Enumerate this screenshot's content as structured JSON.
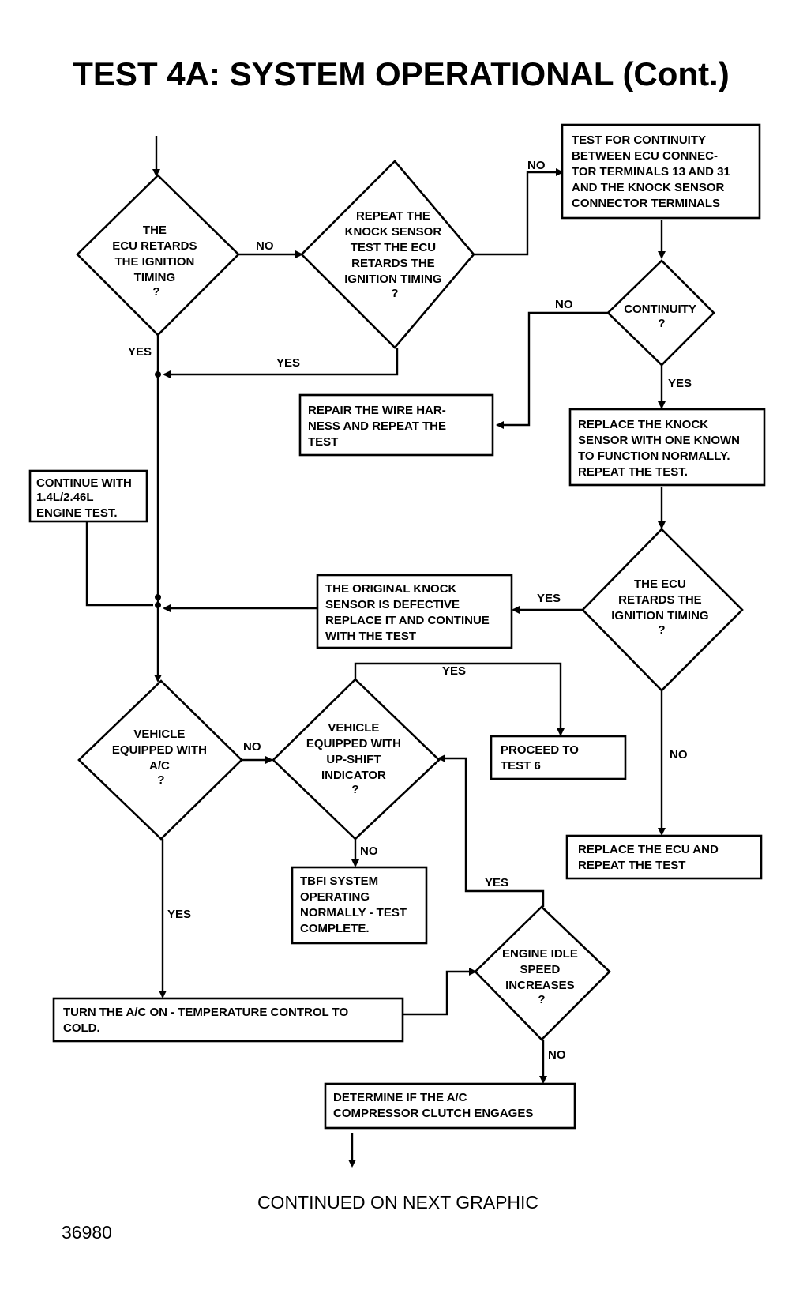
{
  "title": "TEST 4A:  SYSTEM OPERATIONAL (Cont.)",
  "footer": {
    "continued": "CONTINUED ON NEXT GRAPHIC",
    "figure_number": "36980"
  },
  "decisions": [
    {
      "id": "d-ecu-retards",
      "lines": [
        "THE",
        "ECU RETARDS",
        "THE IGNITION",
        "TIMING",
        "?"
      ]
    },
    {
      "id": "d-repeat-knock",
      "lines": [
        "REPEAT THE",
        "KNOCK SENSOR",
        "TEST  THE ECU",
        "RETARDS THE",
        "IGNITION TIMING",
        "?"
      ]
    },
    {
      "id": "d-continuity",
      "lines": [
        "CONTINUITY",
        "?"
      ]
    },
    {
      "id": "d-ecu-retards-2",
      "lines": [
        "THE ECU",
        "RETARDS THE",
        "IGNITION TIMING",
        "?"
      ]
    },
    {
      "id": "d-vehicle-ac",
      "lines": [
        "VEHICLE",
        "EQUIPPED WITH",
        "A/C",
        "?"
      ]
    },
    {
      "id": "d-vehicle-upshift",
      "lines": [
        "VEHICLE",
        "EQUIPPED WITH",
        "UP-SHIFT",
        "INDICATOR",
        "?"
      ]
    },
    {
      "id": "d-idle-speed",
      "lines": [
        "ENGINE IDLE",
        "SPEED",
        "INCREASES",
        "?"
      ]
    }
  ],
  "boxes": [
    {
      "id": "b-test-continuity",
      "lines": [
        "TEST FOR CONTINUITY",
        "BETWEEN ECU CONNEC-",
        "TOR TERMINALS 13 AND 31",
        "AND THE KNOCK SENSOR",
        "CONNECTOR TERMINALS"
      ]
    },
    {
      "id": "b-repair-harness",
      "lines": [
        "REPAIR THE WIRE HAR-",
        "NESS AND REPEAT THE",
        "TEST"
      ]
    },
    {
      "id": "b-replace-knock",
      "lines": [
        "REPLACE THE KNOCK",
        "SENSOR WITH ONE KNOWN",
        "TO FUNCTION NORMALLY.",
        "REPEAT THE TEST."
      ]
    },
    {
      "id": "b-continue-engine",
      "lines": [
        "CONTINUE WITH",
        "1.4L/2.46L",
        "ENGINE TEST."
      ]
    },
    {
      "id": "b-original-defective",
      "lines": [
        "THE ORIGINAL KNOCK",
        "SENSOR IS DEFECTIVE",
        "REPLACE IT AND CONTINUE",
        "WITH THE TEST"
      ]
    },
    {
      "id": "b-proceed-test6",
      "lines": [
        "PROCEED TO",
        "TEST 6"
      ]
    },
    {
      "id": "b-replace-ecu",
      "lines": [
        "REPLACE THE ECU AND",
        "REPEAT THE TEST"
      ]
    },
    {
      "id": "b-tbfi-normal",
      "lines": [
        "TBFI SYSTEM",
        "OPERATING",
        "NORMALLY - TEST",
        "COMPLETE."
      ]
    },
    {
      "id": "b-turn-ac-on",
      "lines": [
        "TURN THE A/C ON - TEMPERATURE CONTROL TO",
        "COLD."
      ]
    },
    {
      "id": "b-determine-clutch",
      "lines": [
        "DETERMINE IF THE A/C",
        "COMPRESSOR CLUTCH ENGAGES"
      ]
    }
  ],
  "labels": {
    "yes": "YES",
    "no": "NO"
  }
}
